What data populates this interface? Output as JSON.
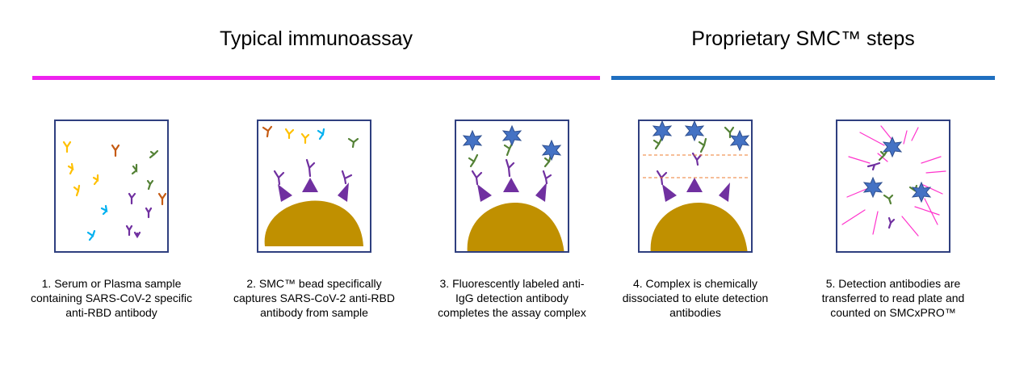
{
  "header": {
    "left_title": "Typical immunoassay",
    "right_title": "Proprietary SMC™ steps"
  },
  "colors": {
    "left_bar": "#ee22ee",
    "right_bar": "#1f6fc0",
    "panel_border": "#2f3f7f",
    "bead": "#c09000",
    "capture_antibody": "#7030a0",
    "detection_antibody": "#538135",
    "star": "#4472c4",
    "cleave_line": "#ed7d31"
  },
  "steps": [
    {
      "caption": "1. Serum or Plasma sample containing SARS-CoV-2 specific anti-RBD antibody"
    },
    {
      "caption": "2. SMC™ bead specifically captures SARS-CoV-2 anti-RBD antibody from sample"
    },
    {
      "caption": "3. Fluorescently labeled anti-IgG detection antibody completes the assay complex"
    },
    {
      "caption": "4. Complex is chemically dissociated to elute detection antibodies"
    },
    {
      "caption": "5. Detection antibodies are transferred to read plate and counted on SMCxPRO™"
    }
  ]
}
